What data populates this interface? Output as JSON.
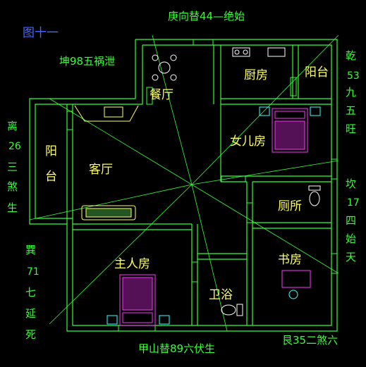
{
  "figure_label": "图十一",
  "rooms": {
    "dining": "餐厅",
    "kitchen": "厨房",
    "balcony_right": "阳台",
    "daughter_room": "女儿房",
    "balcony_left": "阳台",
    "living_room": "客厅",
    "toilet": "厕所",
    "master_room": "主人房",
    "study": "书房",
    "bathroom": "卫浴"
  },
  "directions": {
    "top": "庚向替44—绝始",
    "top_left": "坤98五祸泄",
    "right_top": [
      "乾",
      "53",
      "九",
      "五",
      "旺"
    ],
    "right_bottom": [
      "坎",
      "17",
      "四",
      "始",
      "天"
    ],
    "left_top": [
      "离",
      "26",
      "三",
      "煞",
      "生"
    ],
    "left_bottom": [
      "巽",
      "71",
      "七",
      "延",
      "死"
    ],
    "bottom": "甲山替89六伏生",
    "bottom_right": "艮35二煞六"
  },
  "colors": {
    "walls": "#33ff33",
    "labels": "#ffff66",
    "directions": "#33ff33",
    "figure_label": "#4466ff",
    "furniture": "#ff33ff",
    "fixtures": "#33ffff"
  }
}
